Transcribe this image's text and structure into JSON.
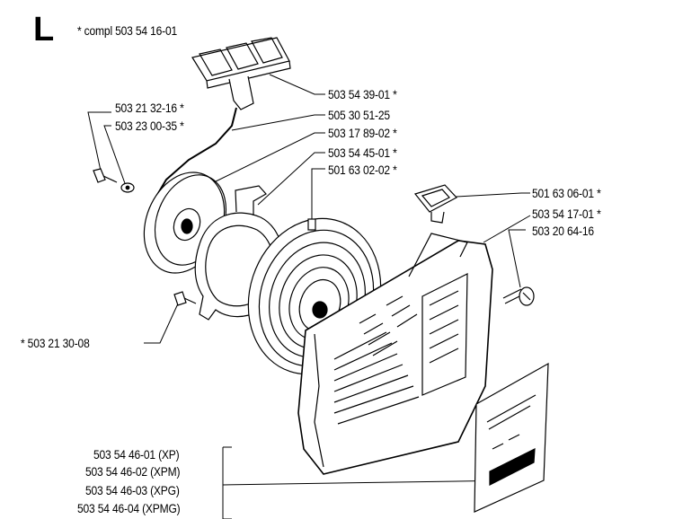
{
  "header": {
    "letter": "L",
    "assembly": "* compl 503 54 16-01"
  },
  "callouts": {
    "handle": "503 54 39-01  *",
    "rope": "505 30 51-25",
    "pulley": "503 17 89-02  *",
    "spring": "503 54 45-01  *",
    "pin": "501 63 02-02  *",
    "screw_a": "503 21 32-16  *",
    "washer_a": "503 23 00-35  *",
    "rope_guide": "501 63 06-01  *",
    "housing": "503 54 17-01  *",
    "housing_screw": "503 20 64-16",
    "screw_b": "*  503 21 30-08"
  },
  "decals": [
    "503 54 46-01 (XP)",
    "503 54 46-02 (XPM)",
    "503 54 46-03 (XPG)",
    "503 54 46-04 (XPMG)"
  ]
}
